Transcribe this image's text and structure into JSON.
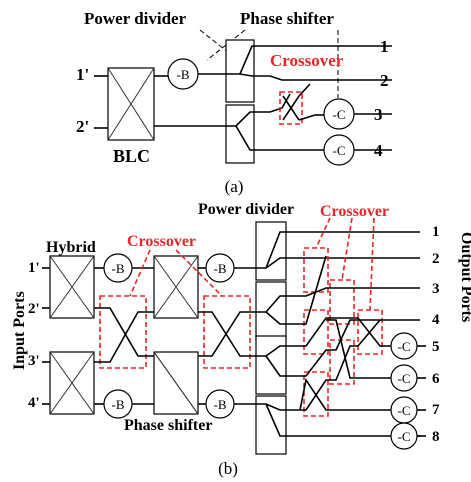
{
  "figure_a": {
    "power_divider_label": "Power divider",
    "phase_shifter_label": "Phase shifter",
    "crossover_label": "Crossover",
    "blc_label": "BLC",
    "input_ports": [
      "1'",
      "2'"
    ],
    "output_ports": [
      "1",
      "2",
      "3",
      "4"
    ],
    "phase_b": "-B",
    "phase_c": "-C",
    "caption": "(a)"
  },
  "figure_b": {
    "power_divider_label": "Power divider",
    "crossover_label_top": "Crossover",
    "crossover_label_left": "Crossover",
    "hybrid_label": "Hybrid",
    "phase_shifter_label": "Phase shifter",
    "input_ports_label": "Input Ports",
    "output_ports_label": "Output Ports",
    "input_ports": [
      "1'",
      "2'",
      "3'",
      "4'"
    ],
    "output_ports": [
      "1",
      "2",
      "3",
      "4",
      "5",
      "6",
      "7",
      "8"
    ],
    "phase_b": "-B",
    "phase_c": "-C",
    "caption": "(b)"
  }
}
